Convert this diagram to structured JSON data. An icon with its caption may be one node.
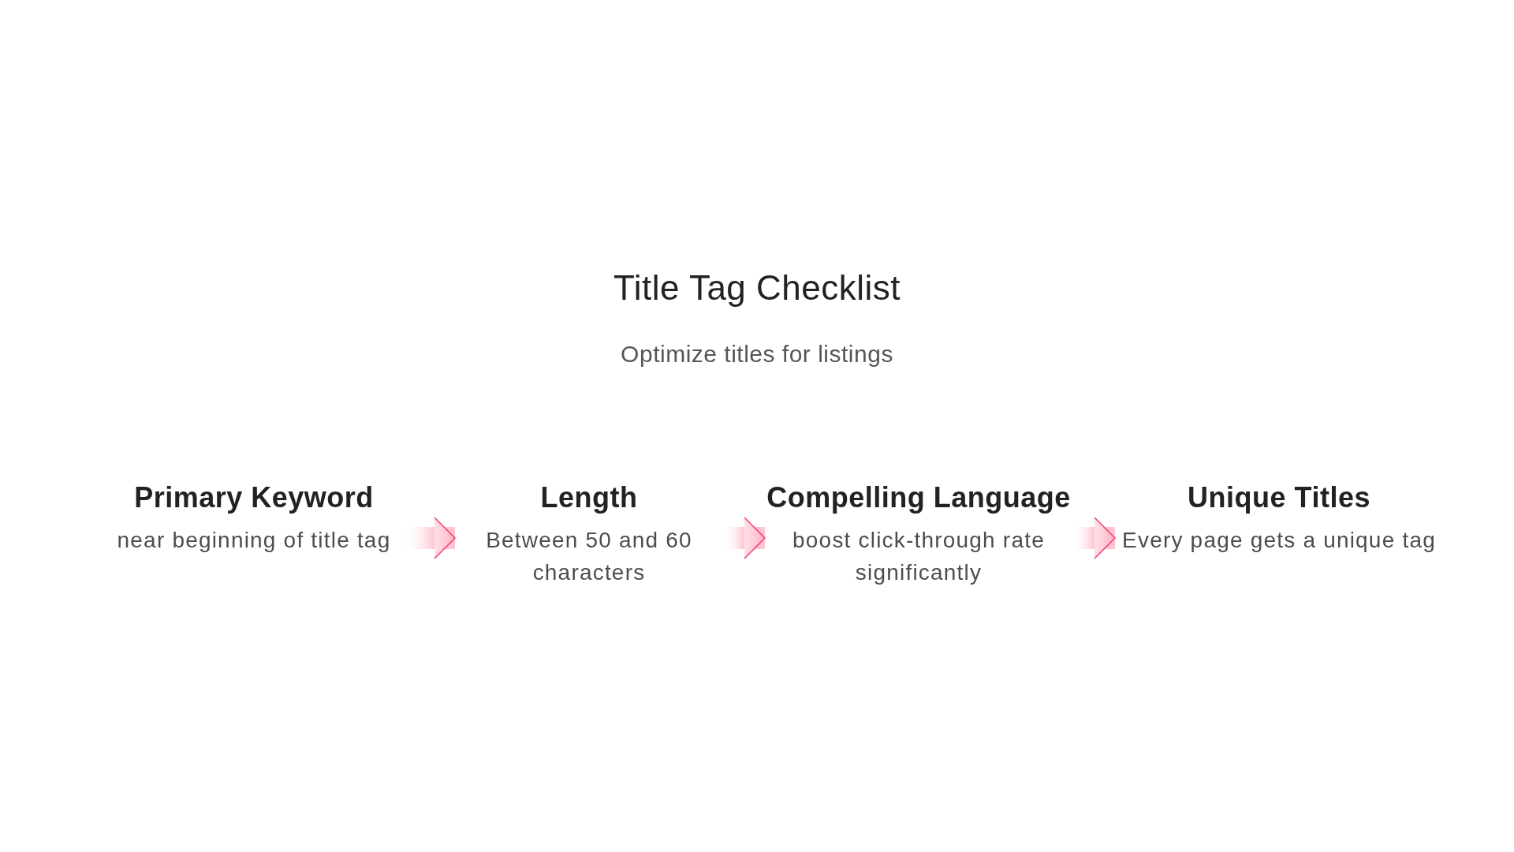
{
  "diagram": {
    "title": "Title Tag Checklist",
    "nodes": [
      {
        "text": [
          "Primary Keyword",
          "near beginning of title tag"
        ]
      },
      {
        "text": [
          "Length",
          "Between 50 and 60 characters"
        ]
      },
      {
        "text": [
          "Compelling Language",
          "boost click-through rate significantly"
        ]
      },
      {
        "text": [
          "Unique Titles",
          "Every page gets a unique tag"
        ]
      }
    ],
    "edges": [
      {
        "from": 0,
        "to": 1,
        "arrow": "to"
      },
      {
        "from": 1,
        "to": 2,
        "arrow": "to"
      },
      {
        "from": 2,
        "to": 3,
        "arrow": "to"
      }
    ],
    "labels": [
      "Optimize titles for listings"
    ]
  }
}
